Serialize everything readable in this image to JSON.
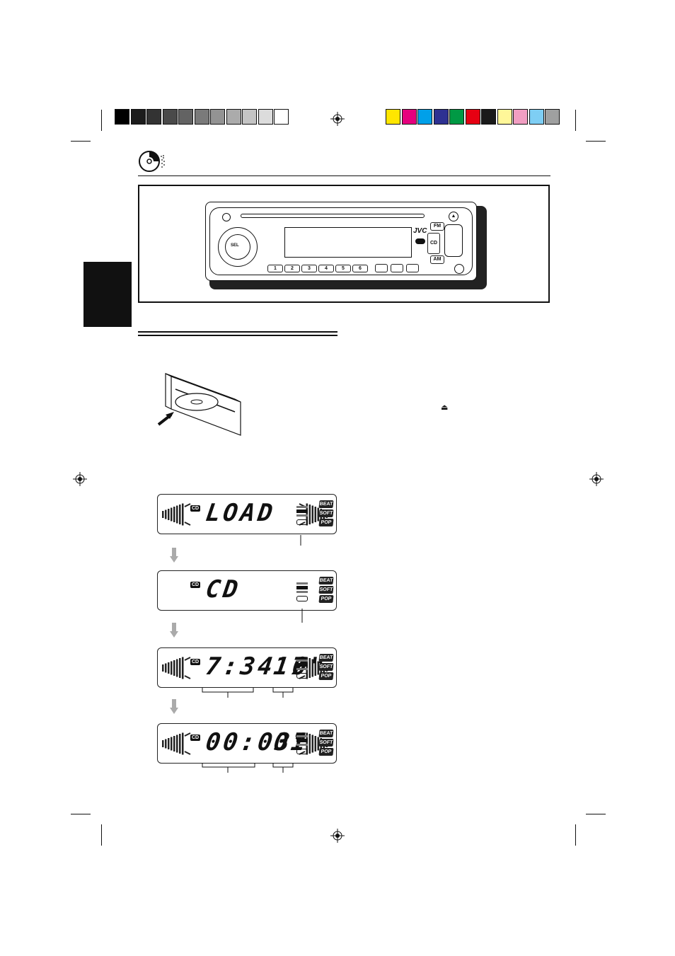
{
  "color_bar_left": [
    "#000000",
    "#1c1c1c",
    "#333333",
    "#4a4a4a",
    "#636363",
    "#7a7a7a",
    "#939393",
    "#ababab",
    "#c4c4c4",
    "#dcdcdc",
    "#ffffff"
  ],
  "color_bar_right": [
    "#ffe600",
    "#e6007e",
    "#00a0e9",
    "#2e3192",
    "#009944",
    "#e60012",
    "#1a1a1a",
    "#fff799",
    "#f19ec2",
    "#7ecef4",
    "#9fa0a0"
  ],
  "radio_panel": {
    "brand": "JVC",
    "sel_label": "SEL",
    "cd_label": "CD",
    "fm_label": "FM",
    "am_label": "AM",
    "preset_labels": [
      "1",
      "2",
      "3",
      "4",
      "5",
      "6"
    ]
  },
  "eject_symbol": "⏏",
  "displays": [
    {
      "main": "LOAD",
      "track": ""
    },
    {
      "main": "CD",
      "track": ""
    },
    {
      "main": "7:34'0\"",
      "track": "17"
    },
    {
      "main": "00:03\"",
      "track": "01"
    }
  ],
  "display_cd_tag": "CD",
  "mode_labels": [
    "BEAT",
    "SOFT",
    "POP"
  ]
}
